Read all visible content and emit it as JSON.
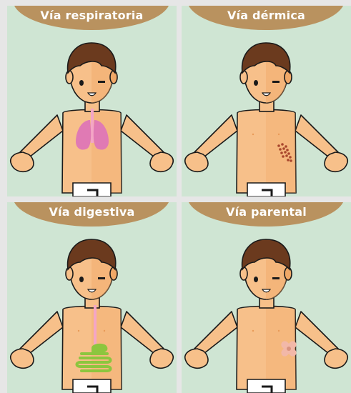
{
  "panels": [
    {
      "title": "Vía respiratoria",
      "organ": "lungs-icon"
    },
    {
      "title": "Vía dérmica",
      "organ": "skin-rash-icon"
    },
    {
      "title": "Vía digestiva",
      "organ": "digestive-tract-icon"
    },
    {
      "title": "Vía parental",
      "organ": "bandage-icon"
    }
  ],
  "colors": {
    "background": "#cfe5d3",
    "banner": "#b9925f",
    "skin": "#f7c08a",
    "skin_shade": "#f0a867",
    "hair": "#6b3a1e",
    "outline": "#1a1a1a",
    "lungs": "#e07ab4",
    "esophagus": "#f4a6c6",
    "intestine": "#8cc63e",
    "rash": "#a8462c",
    "bandage": "#f2b8a8"
  }
}
